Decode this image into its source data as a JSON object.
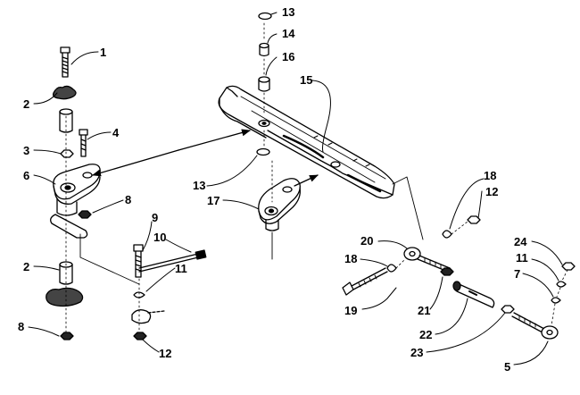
{
  "diagram": {
    "callouts": [
      {
        "id": "c1",
        "label": "1"
      },
      {
        "id": "c2a",
        "label": "2"
      },
      {
        "id": "c2b",
        "label": "2"
      },
      {
        "id": "c3",
        "label": "3"
      },
      {
        "id": "c4",
        "label": "4"
      },
      {
        "id": "c5",
        "label": "5"
      },
      {
        "id": "c6",
        "label": "6"
      },
      {
        "id": "c7",
        "label": "7"
      },
      {
        "id": "c8a",
        "label": "8"
      },
      {
        "id": "c8b",
        "label": "8"
      },
      {
        "id": "c9",
        "label": "9"
      },
      {
        "id": "c10",
        "label": "10"
      },
      {
        "id": "c11a",
        "label": "11"
      },
      {
        "id": "c11b",
        "label": "11"
      },
      {
        "id": "c12a",
        "label": "12"
      },
      {
        "id": "c12b",
        "label": "12"
      },
      {
        "id": "c13a",
        "label": "13"
      },
      {
        "id": "c13b",
        "label": "13"
      },
      {
        "id": "c14",
        "label": "14"
      },
      {
        "id": "c15",
        "label": "15"
      },
      {
        "id": "c16",
        "label": "16"
      },
      {
        "id": "c17",
        "label": "17"
      },
      {
        "id": "c18a",
        "label": "18"
      },
      {
        "id": "c18b",
        "label": "18"
      },
      {
        "id": "c19",
        "label": "19"
      },
      {
        "id": "c20",
        "label": "20"
      },
      {
        "id": "c21",
        "label": "21"
      },
      {
        "id": "c22",
        "label": "22"
      },
      {
        "id": "c23",
        "label": "23"
      },
      {
        "id": "c24",
        "label": "24"
      }
    ]
  }
}
